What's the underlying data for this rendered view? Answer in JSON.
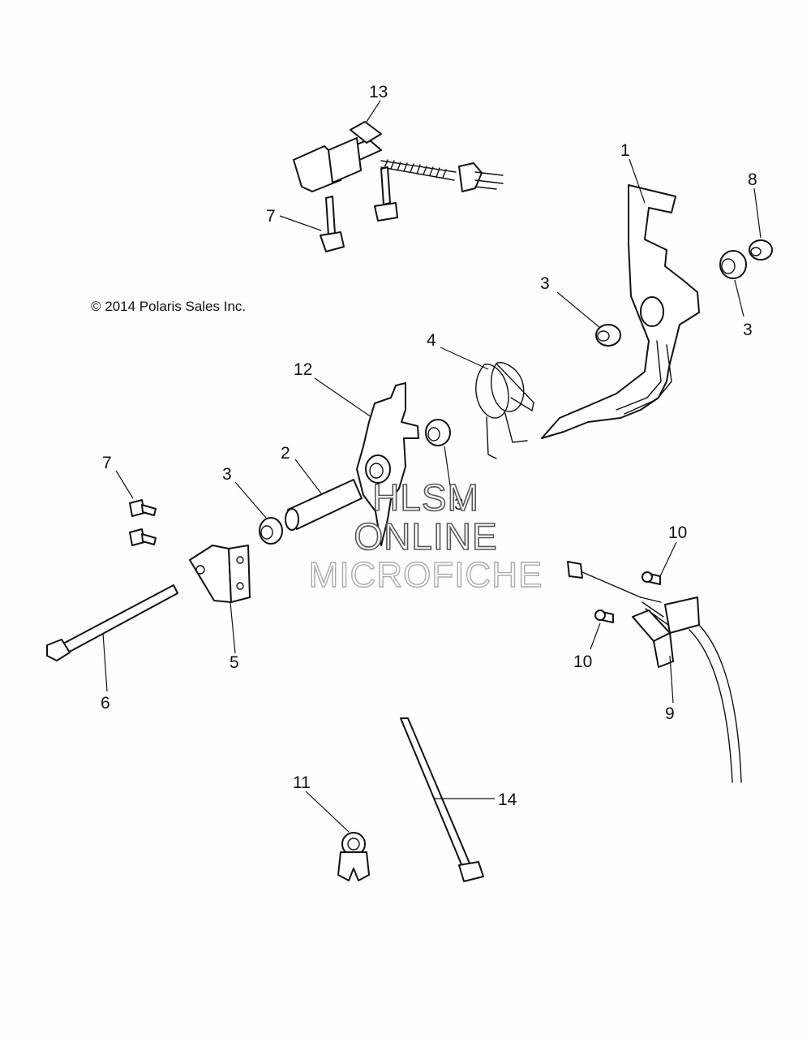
{
  "copyright": "© 2014 Polaris Sales Inc.",
  "watermark": [
    "HLSM",
    "ONLINE",
    "MICROFICHE"
  ],
  "callouts": {
    "c13": "13",
    "c1": "1",
    "c8": "8",
    "c7a": "7",
    "c3a": "3",
    "c3b": "3",
    "c4": "4",
    "c12": "12",
    "c2": "2",
    "c7b": "7",
    "c3c": "3",
    "c3d": "3",
    "c10a": "10",
    "c10b": "10",
    "c5": "5",
    "c6": "6",
    "c9": "9",
    "c11": "11",
    "c14": "14"
  }
}
